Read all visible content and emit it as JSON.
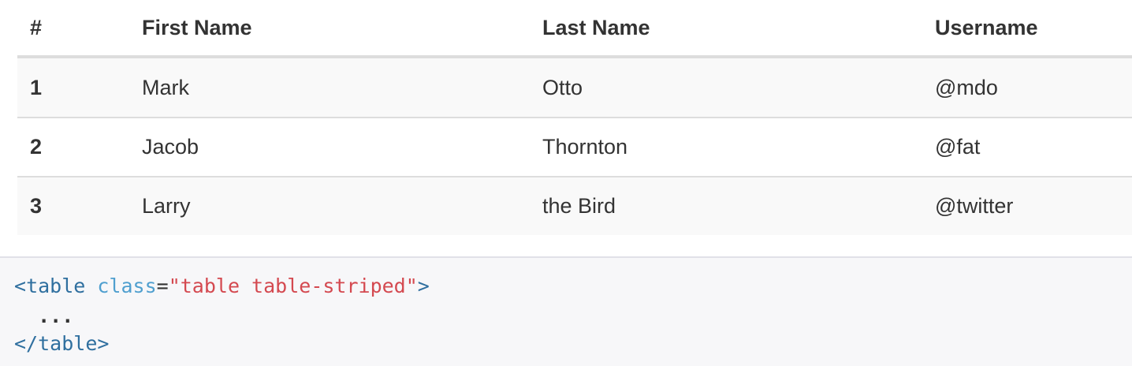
{
  "table": {
    "headers": [
      "#",
      "First Name",
      "Last Name",
      "Username"
    ],
    "rows": [
      {
        "num": "1",
        "first": "Mark",
        "last": "Otto",
        "username": "@mdo"
      },
      {
        "num": "2",
        "first": "Jacob",
        "last": "Thornton",
        "username": "@fat"
      },
      {
        "num": "3",
        "first": "Larry",
        "last": "the Bird",
        "username": "@twitter"
      }
    ],
    "stripe_color": "#f9f9f9",
    "border_color": "#dddddd"
  },
  "code": {
    "line1": {
      "open_bracket": "<",
      "tag": "table",
      "attr_name": " class",
      "equals": "=",
      "attr_value": "\"table table-striped\"",
      "close_bracket": ">"
    },
    "line2": "  ...",
    "line3": {
      "open_bracket": "</",
      "tag": "table",
      "close_bracket": ">"
    },
    "background": "#f7f7f9",
    "tag_color": "#2f6f9f",
    "attr_color": "#4f9fcf",
    "string_color": "#d44950"
  }
}
